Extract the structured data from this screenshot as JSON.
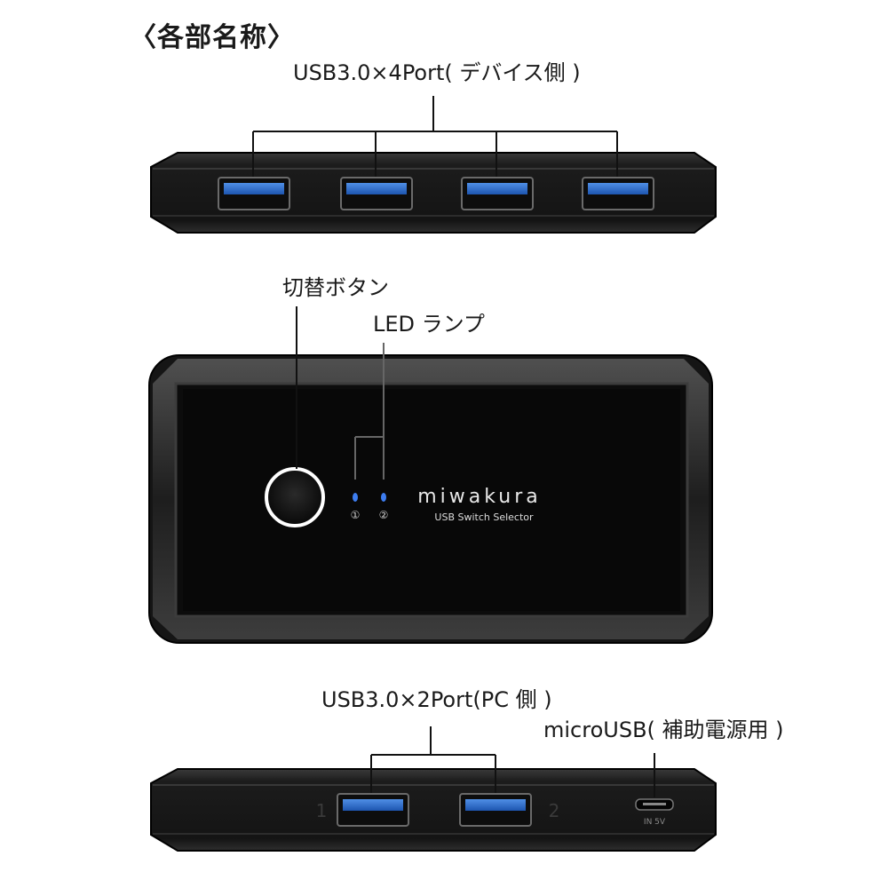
{
  "heading": "〈各部名称〉",
  "labels": {
    "device_ports": "USB3.0×4Port( デバイス側 )",
    "switch_button": "切替ボタン",
    "led_lamp": "LED ランプ",
    "pc_ports": "USB3.0×2Port(PC 側 )",
    "micro_usb": "microUSB( 補助電源用 )"
  },
  "device_face": {
    "brand": "miwakura",
    "model": "USB Switch Selector",
    "led_1": "①",
    "led_2": "②"
  },
  "rear_panel": {
    "port_1_number": "1",
    "port_2_number": "2",
    "power_marking": "IN 5V"
  },
  "colors": {
    "body": "#1b1b1b",
    "usb_blue": "#2a6fd1",
    "led_blue": "#3d7df0",
    "ring": "#ffffff"
  }
}
